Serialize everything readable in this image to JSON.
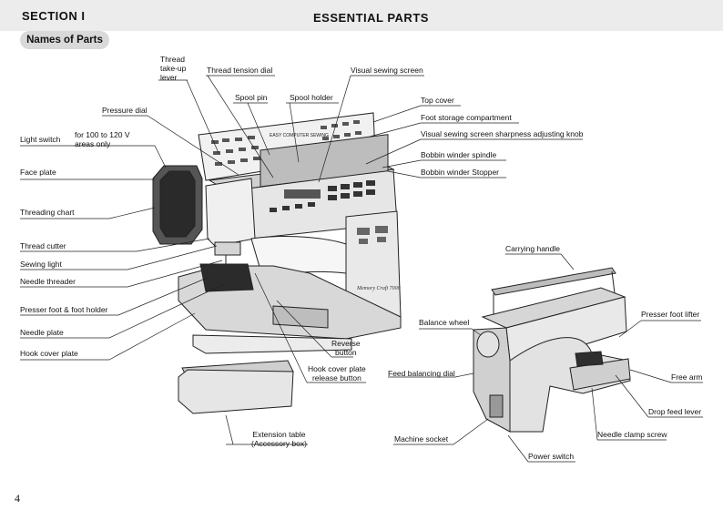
{
  "header": {
    "section": "SECTION I",
    "title": "ESSENTIAL PARTS"
  },
  "subheading": "Names of Parts",
  "page_number": "4",
  "machine": {
    "panel_text": "EASY COMPUTER SEWING",
    "brand_script": "Memory Craft 7000"
  },
  "labels": {
    "thread_takeup_lever": [
      "Thread",
      "take-up",
      "lever"
    ],
    "thread_tension_dial": "Thread tension dial",
    "visual_sewing_screen": "Visual sewing screen",
    "spool_pin": "Spool pin",
    "spool_holder": "Spool holder",
    "pressure_dial": "Pressure dial",
    "top_cover": "Top cover",
    "foot_storage": "Foot storage compartment",
    "screen_sharpness_knob": "Visual sewing screen sharpness adjusting knob",
    "bobbin_winder_spindle": "Bobbin winder spindle",
    "bobbin_winder_stopper": "Bobbin winder Stopper",
    "light_switch": "Light switch",
    "light_switch_note": [
      "for 100 to 120 V",
      "areas only"
    ],
    "face_plate": "Face plate",
    "threading_chart": "Threading chart",
    "thread_cutter": "Thread cutter",
    "sewing_light": "Sewing light",
    "needle_threader": "Needle threader",
    "presser_foot_holder": "Presser foot & foot holder",
    "needle_plate": "Needle plate",
    "hook_cover_plate": "Hook cover plate",
    "reverse_button": [
      "Reverse",
      "button"
    ],
    "hook_cover_release": [
      "Hook cover plate",
      "release button"
    ],
    "extension_table": [
      "Extension table",
      "(Accessory box)"
    ],
    "carrying_handle": "Carrying handle",
    "balance_wheel": "Balance wheel",
    "presser_foot_lifter": "Presser foot lifter",
    "feed_balancing_dial": "Feed balancing dial",
    "free_arm": "Free arm",
    "drop_feed_lever": "Drop feed lever",
    "needle_clamp_screw": "Needle clamp screw",
    "machine_socket": "Machine socket",
    "power_switch": "Power switch"
  }
}
